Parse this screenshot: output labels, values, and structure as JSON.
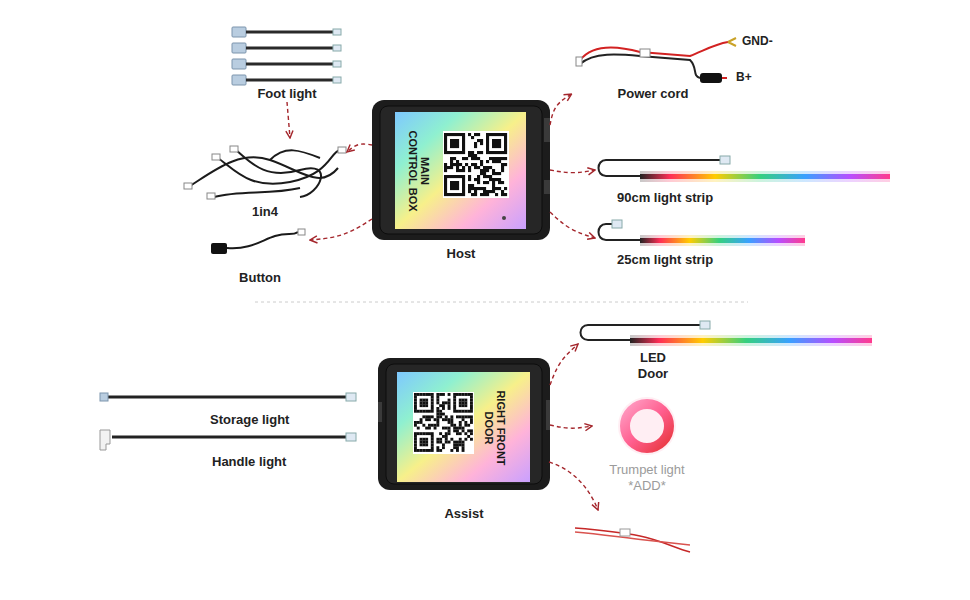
{
  "diagram": {
    "nodes": [
      {
        "text": [
          "Foot light"
        ]
      },
      {
        "text": [
          "1in4"
        ]
      },
      {
        "text": [
          "Button"
        ]
      },
      {
        "text": [
          "MAIN CONTROL BOX",
          "Host"
        ]
      },
      {
        "text": [
          "Power cord"
        ]
      },
      {
        "text": [
          "90cm light strip"
        ]
      },
      {
        "text": [
          "25cm light strip"
        ]
      },
      {
        "text": [
          "Storage light"
        ]
      },
      {
        "text": [
          "Handle light"
        ]
      },
      {
        "text": [
          "RIGHT FRONT DOOR",
          "Assist"
        ]
      },
      {
        "text": [
          "LED Door"
        ]
      },
      {
        "text": [
          "Trumpet light *ADD*"
        ]
      }
    ],
    "edges": [
      {
        "from": 0,
        "to": 1,
        "arrow": "to"
      },
      {
        "from": 3,
        "to": 1,
        "arrow": "to"
      },
      {
        "from": 3,
        "to": 2,
        "arrow": "to"
      },
      {
        "from": 3,
        "to": 4,
        "arrow": "to"
      },
      {
        "from": 3,
        "to": 5,
        "arrow": "to"
      },
      {
        "from": 3,
        "to": 6,
        "arrow": "to"
      },
      {
        "from": 9,
        "to": 10,
        "arrow": "to"
      },
      {
        "from": 9,
        "to": 11,
        "arrow": "to"
      }
    ],
    "labels": [
      "GND-",
      "B+"
    ]
  }
}
